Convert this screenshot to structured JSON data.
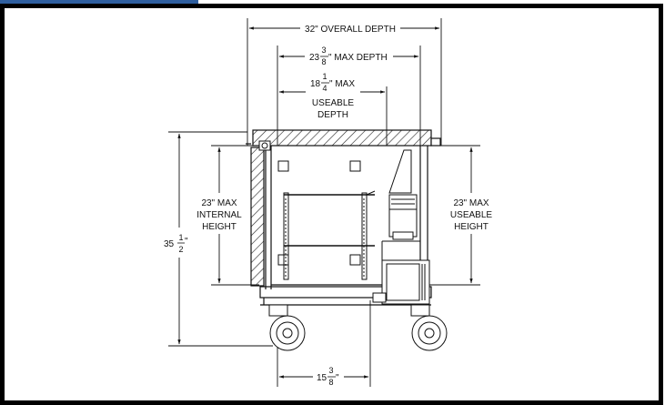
{
  "dimensions": {
    "overall_depth": "32\" OVERALL DEPTH",
    "max_depth": {
      "whole": "23",
      "num": "3",
      "den": "8",
      "suffix": "\" MAX DEPTH"
    },
    "useable_depth": {
      "whole": "18",
      "num": "1",
      "den": "4",
      "line1": "\" MAX",
      "line2": "USEABLE",
      "line3": "DEPTH"
    },
    "internal_height": {
      "line1": "23\" MAX",
      "line2": "INTERNAL",
      "line3": "HEIGHT"
    },
    "useable_height": {
      "line1": "23\" MAX",
      "line2": "USEABLE",
      "line3": "HEIGHT"
    },
    "overall_height": {
      "whole": "35",
      "num": "1",
      "den": "2",
      "suffix": "\""
    },
    "caster_spacing": {
      "whole": "15",
      "num": "3",
      "den": "8",
      "suffix": "\""
    }
  },
  "colors": {
    "frame_border": "#000000",
    "accent_tab": "#2f5f9f",
    "line": "#111111"
  }
}
